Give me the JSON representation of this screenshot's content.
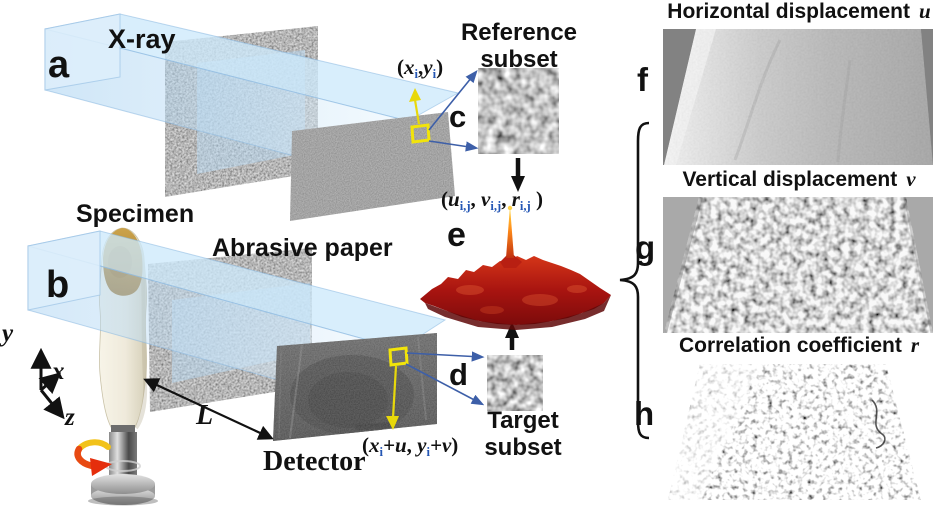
{
  "stage": {
    "xray_label": "X-ray",
    "specimen_label": "Specimen",
    "abrasive_paper_label": "Abrasive paper",
    "detector_label": "Detector",
    "distance_label": "L",
    "axes": {
      "x": "x",
      "y": "y",
      "z": "z"
    },
    "panel_letters": {
      "a": "a",
      "b": "b",
      "c": "c",
      "d": "d",
      "e": "e"
    },
    "reference_subset": {
      "line1": "Reference",
      "line2": "subset"
    },
    "target_subset": {
      "line1": "Target",
      "line2": "subset"
    },
    "ref_point": {
      "open": "(",
      "x": "x",
      "xsub": "i",
      "comma": ",",
      "y": "y",
      "ysub": "i",
      "close": ")"
    },
    "tgt_point": {
      "open": "(",
      "x": "x",
      "xsub": "i",
      "xoff": "+u",
      "comma": ", ",
      "y": "y",
      "ysub": "i",
      "yoff": "+v",
      "close": ")"
    },
    "result_tuple": {
      "open": "(",
      "u": "u",
      "usub": "i,j",
      "c1": ", ",
      "v": "v",
      "vsub": "i,j",
      "c2": ", ",
      "r": "r",
      "rsub": "i,j",
      "close": " )"
    }
  },
  "right_panels": [
    {
      "label": "f",
      "title": "Horizontal displacement",
      "symbol": "u"
    },
    {
      "label": "g",
      "title": "Vertical displacement",
      "symbol": "v"
    },
    {
      "label": "h",
      "title": "Correlation coefficient",
      "symbol": "r"
    }
  ],
  "colors": {
    "beam_blue": "#bcdcf5",
    "marker_yellow": "#f2e40a",
    "connector_blue": "#3d5fa8",
    "correlation_peak_red": "#a81410",
    "peak_spike_orange": "#ff8c1a",
    "subscript_blue": "#2456b4"
  }
}
